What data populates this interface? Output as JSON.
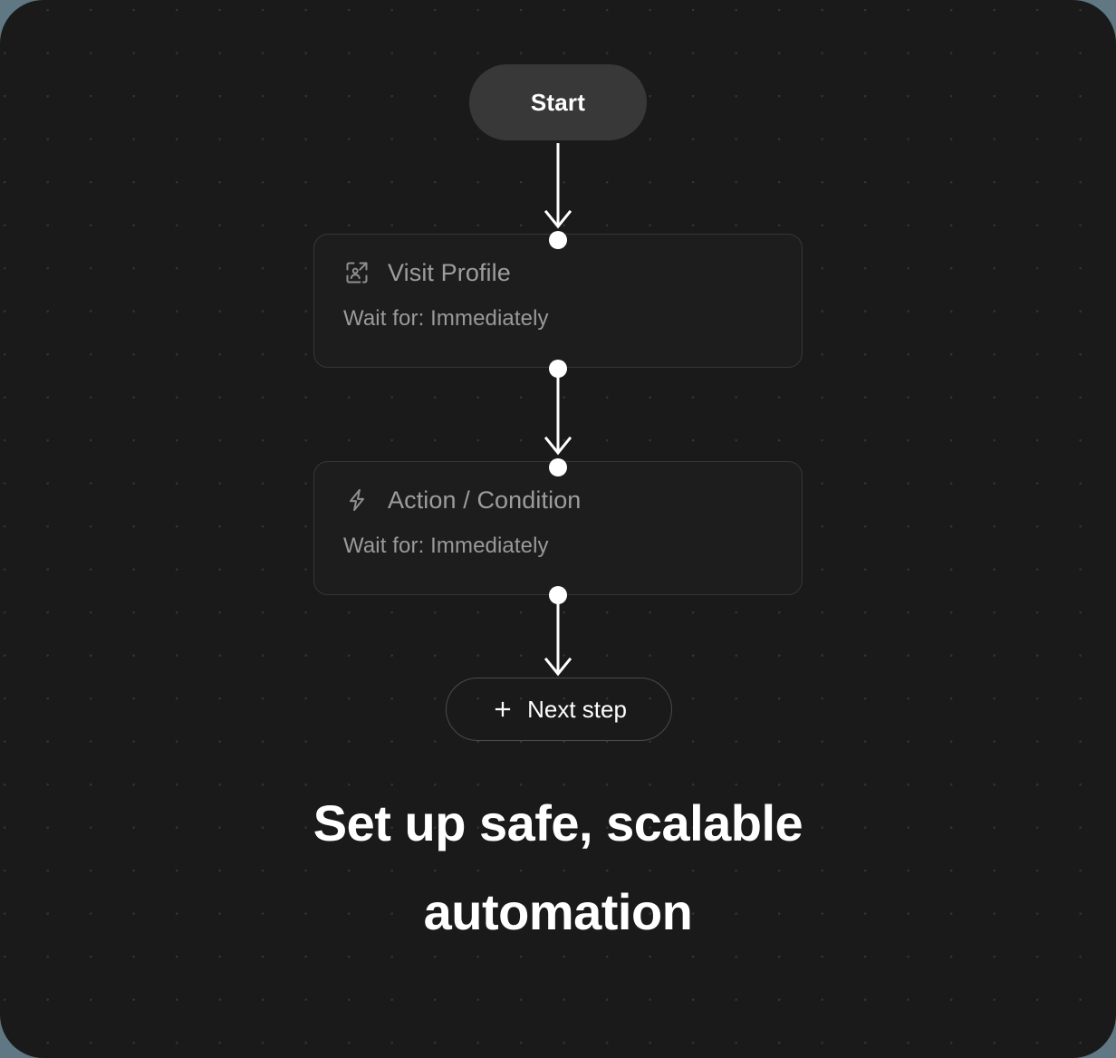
{
  "canvas": {
    "background_color": "#1a1a1a",
    "outer_color": "#5f7884",
    "grid_dot_color": "#333333"
  },
  "flow": {
    "start": {
      "label": "Start",
      "background_color": "#383838",
      "text_color": "#ffffff"
    },
    "nodes": [
      {
        "icon": "visit-profile-icon",
        "title": "Visit Profile",
        "subtitle": "Wait for: Immediately",
        "title_color": "#9d9d9d",
        "subtitle_color": "#9a9a9a",
        "border_color": "#363636",
        "background_color": "#1d1d1d"
      },
      {
        "icon": "lightning-bolt-icon",
        "title": "Action / Condition",
        "subtitle": "Wait for: Immediately",
        "title_color": "#9d9d9d",
        "subtitle_color": "#9a9a9a",
        "border_color": "#363636",
        "background_color": "#1d1d1d"
      }
    ],
    "next_step": {
      "label": "Next step",
      "plus": "+",
      "border_color": "#4b4b4b",
      "text_color": "#ffffff"
    },
    "connector_color": "#ffffff",
    "port_count": 5
  },
  "headline": {
    "line1": "Set up safe, scalable",
    "line2": "automation",
    "color": "#ffffff"
  }
}
